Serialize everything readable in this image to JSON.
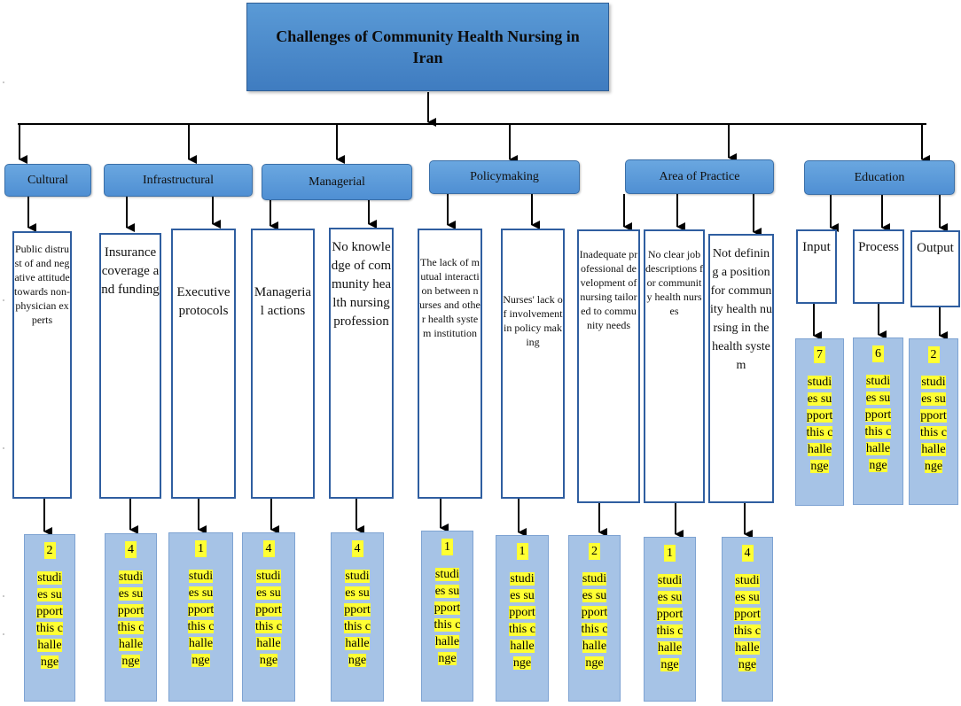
{
  "title": "Challenges of Community Health Nursing in Iran",
  "categories": {
    "cultural": "Cultural",
    "infrastructural": "Infrastructural",
    "managerial": "Managerial",
    "policymaking": "Policymaking",
    "practice": "Area of Practice",
    "education": "Education"
  },
  "items": {
    "c1": "Public distrust of and negative attitude towards non-physician experts",
    "i1": "Insurance coverage and funding",
    "i2": "Executive protocols",
    "m1": "Managerial actions",
    "m2": "No knowledge of community health nursing profession",
    "p1": "The lack of mutual interaction between nurses and other health system institution",
    "p2": "Nurses' lack of involvement in policy making",
    "a1": "Inadequate professional development of nursing tailored to community needs",
    "a2": "No clear job descriptions for community health nurses",
    "a3": "Not defining a position for community health nursing in the health system",
    "e1": "Input",
    "e2": "Process",
    "e3": "Output"
  },
  "counts": {
    "c1": "2",
    "i1": "4",
    "i2": "1",
    "m1": "4",
    "m2": "4",
    "p1": "1",
    "p2": "1",
    "a1": "2",
    "a2": "1",
    "a3": "4",
    "e1": "7",
    "e2": "6",
    "e3": "2"
  },
  "support_text": "studies support this challenge"
}
